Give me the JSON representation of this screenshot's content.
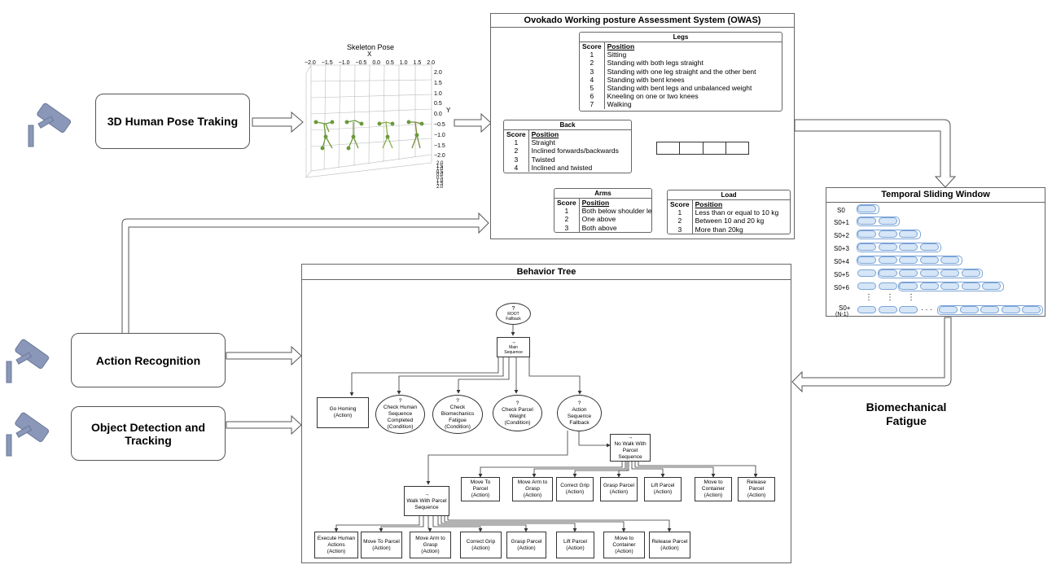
{
  "pipeline": {
    "pose_box": "3D Human Pose Traking",
    "action_box": "Action Recognition",
    "object_box": "Object Detection and Tracking",
    "fatigue_label": "Biomechanical Fatigue"
  },
  "skeleton": {
    "title": "Skeleton Pose",
    "x_label": "X",
    "y_label": "Y",
    "x_ticks": [
      "−2.0",
      "−1.5",
      "−1.0",
      "−0.5",
      "0.0",
      "0.5",
      "1.0",
      "1.5",
      "2.0"
    ],
    "y_ticks": [
      "2.0",
      "1.5",
      "1.0",
      "0.5",
      "0.0",
      "−0.5",
      "−1.0",
      "−1.5",
      "−2.0"
    ],
    "z_ticks": [
      "2.0",
      "1.5",
      "1.0",
      "0.5",
      "0.0",
      "0.5",
      "1.0",
      "1.5",
      "2.0"
    ]
  },
  "owas": {
    "title": "Ovokado Working posture Assessment System (OWAS)",
    "score_header": "Score",
    "position_header": "Position",
    "legs": {
      "title": "Legs",
      "rows": [
        {
          "score": "1",
          "position": "Sitting"
        },
        {
          "score": "2",
          "position": "Standing with both legs straight"
        },
        {
          "score": "3",
          "position": "Standing with one leg straight and the other bent"
        },
        {
          "score": "4",
          "position": "Standing with bent knees"
        },
        {
          "score": "5",
          "position": "Standing with bent legs and unbalanced weight"
        },
        {
          "score": "6",
          "position": "Kneeling on one or two knees"
        },
        {
          "score": "7",
          "position": "Walking"
        }
      ]
    },
    "back": {
      "title": "Back",
      "rows": [
        {
          "score": "1",
          "position": "Straight"
        },
        {
          "score": "2",
          "position": "Inclined forwards/backwards"
        },
        {
          "score": "3",
          "position": "Twisted"
        },
        {
          "score": "4",
          "position": "Inclined and twisted"
        }
      ]
    },
    "arms": {
      "title": "Arms",
      "rows": [
        {
          "score": "1",
          "position": "Both below shoulder leve"
        },
        {
          "score": "2",
          "position": "One above"
        },
        {
          "score": "3",
          "position": "Both above"
        }
      ]
    },
    "load": {
      "title": "Load",
      "rows": [
        {
          "score": "1",
          "position": "Less than or equal to 10 kg"
        },
        {
          "score": "2",
          "position": "Between 10 and 20 kg"
        },
        {
          "score": "3",
          "position": "More than 20kg"
        }
      ]
    }
  },
  "window": {
    "title": "Temporal Sliding Window",
    "rows": [
      "S0",
      "S0+1",
      "S0+2",
      "S0+3",
      "S0+4",
      "S0+5",
      "S0+6"
    ],
    "last_row": "S0+",
    "last_row_sub": "(N-1)",
    "dots": "⋮",
    "hdots": "· · ·"
  },
  "bt": {
    "title": "Behavior Tree",
    "root": {
      "sym": "?",
      "line1": "ROOT",
      "line2": "Fallback"
    },
    "main": {
      "sym": "→",
      "line1": "Main",
      "line2": "Sequence"
    },
    "go_homing": "Go Homing\n(Action)",
    "check_human": "?\nCheck Human\nSequence\nCompleted\n(Condition)",
    "check_bio": "?\nCheck\nBiomechanics\nFatigue\n(Condition)",
    "check_parcel": "?\nCheck Parcel\nWeight\n(Condition)",
    "action_seq": "?\nAction\nSequence\nFallback",
    "no_walk": "→\nNo Walk With\nParcel\nSequence",
    "walk": "→\nWalk With Parcel\nSequence",
    "no_walk_children": [
      "Move To\nParcel\n(Action)",
      "Move Arm to\nGrasp\n(Action)",
      "Correct Grip\n(Action)",
      "Grasp Parcel\n(Action)",
      "Lift Parcel\n(Action)",
      "Move to\nContainer\n(Action)",
      "Release\nParcel\n(Action)"
    ],
    "walk_children": [
      "Execute Human\nActions\n(Action)",
      "Move To Parcel\n(Action)",
      "Move Arm to\nGrasp\n(Action)",
      "Correct Grip\n(Action)",
      "Grasp Parcel\n(Action)",
      "Lift Parcel\n(Action)",
      "Move to\nContainer\n(Action)",
      "Release Parcel\n(Action)"
    ]
  },
  "colors": {
    "camera": "#8a97b8",
    "window_fill": "#d6e6f7",
    "window_stroke": "#7aa3d6",
    "skeleton": "#6a9a3a"
  }
}
